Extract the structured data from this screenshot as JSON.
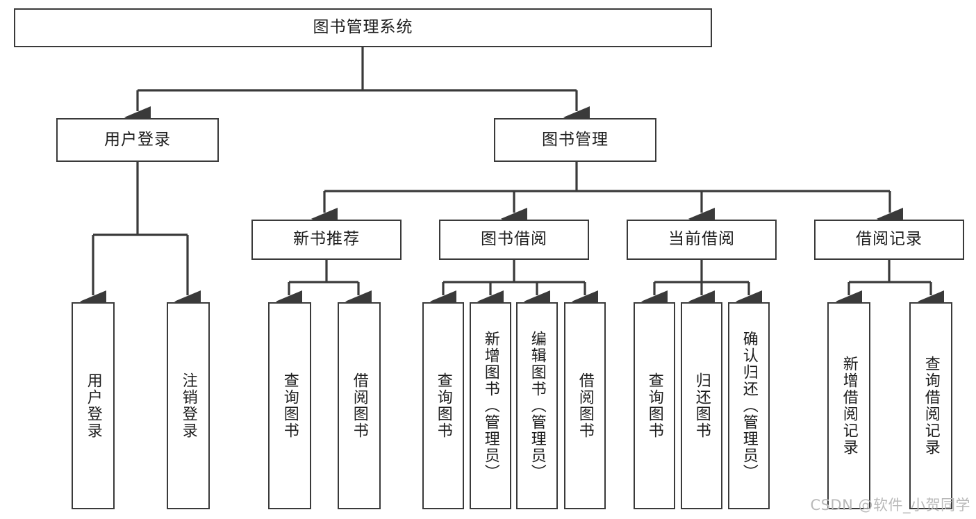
{
  "diagram": {
    "kind": "tree-hierarchy",
    "title": "图书管理系统",
    "stroke_color": "#3a3a3a",
    "fill_color": "#ffffff",
    "text_color": "#1d1d1d",
    "watermark": "CSDN @软件_小贺同学"
  },
  "nodes": {
    "root": {
      "label": "图书管理系统"
    },
    "level1": [
      {
        "id": "user-login",
        "label": "用户登录"
      },
      {
        "id": "book-manage",
        "label": "图书管理"
      }
    ],
    "level2": [
      {
        "id": "new-book-recommend",
        "label": "新书推荐"
      },
      {
        "id": "book-borrow",
        "label": "图书借阅"
      },
      {
        "id": "current-borrow",
        "label": "当前借阅"
      },
      {
        "id": "borrow-record",
        "label": "借阅记录"
      }
    ],
    "leaves": {
      "user_login": [
        {
          "id": "leaf-user-login",
          "label": "用户登录"
        },
        {
          "id": "leaf-logout-login",
          "label": "注销登录"
        }
      ],
      "new_book_recommend": [
        {
          "id": "leaf-query-book-1",
          "label": "查询图书"
        },
        {
          "id": "leaf-borrow-book-1",
          "label": "借阅图书"
        }
      ],
      "book_borrow": [
        {
          "id": "leaf-query-book-2",
          "label": "查询图书"
        },
        {
          "id": "leaf-add-book",
          "label": "新增图书（管理员）"
        },
        {
          "id": "leaf-edit-book",
          "label": "编辑图书（管理员）"
        },
        {
          "id": "leaf-borrow-book-2",
          "label": "借阅图书"
        }
      ],
      "current_borrow": [
        {
          "id": "leaf-query-book-3",
          "label": "查询图书"
        },
        {
          "id": "leaf-return-book",
          "label": "归还图书"
        },
        {
          "id": "leaf-confirm-return",
          "label": "确认归还（管理员）"
        }
      ],
      "borrow_record": [
        {
          "id": "leaf-add-record",
          "label": "新增借阅记录"
        },
        {
          "id": "leaf-query-record",
          "label": "查询借阅记录"
        }
      ]
    }
  }
}
